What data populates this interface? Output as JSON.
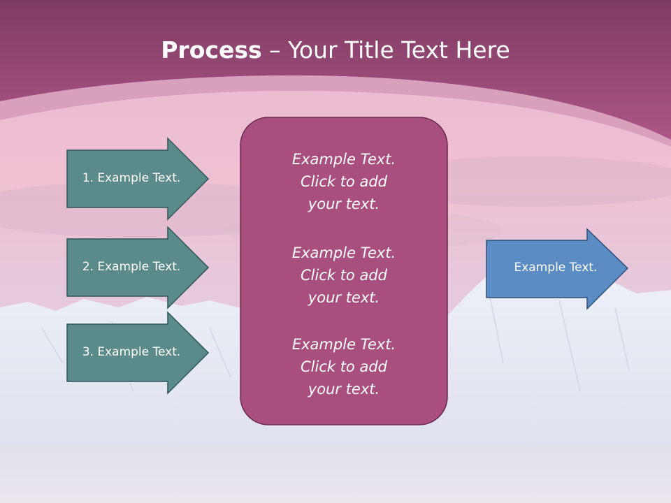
{
  "slide": {
    "title_bold": "Process",
    "title_dash": " – ",
    "title_rest": "Your Title Text Here",
    "left_arrows": [
      {
        "label": "1. Example Text."
      },
      {
        "label": "2. Example Text."
      },
      {
        "label": "3. Example Text."
      }
    ],
    "center_blocks": [
      {
        "lines": [
          "Example Text.",
          "Click  to add",
          "your text."
        ]
      },
      {
        "lines": [
          "Example Text.",
          "Click  to add",
          "your text."
        ]
      },
      {
        "lines": [
          "Example Text.",
          "Click  to add",
          "your text."
        ]
      }
    ],
    "right_arrow": {
      "label": "Example Text."
    }
  },
  "colors": {
    "header": "#a04c7c",
    "teal_arrow": "#5b8a8a",
    "blue_arrow": "#5b8cc4",
    "center_box": "#a84f7e"
  }
}
